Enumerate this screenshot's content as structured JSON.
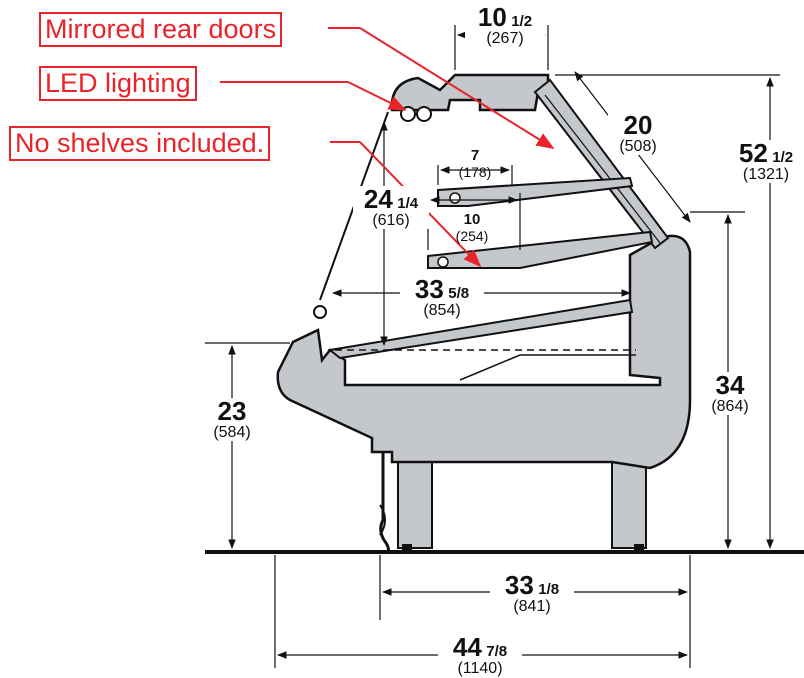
{
  "callouts": {
    "mirror": "Mirrored rear doors",
    "led": "LED lighting",
    "shelves": "No shelves included."
  },
  "dims": {
    "top_width": {
      "whole": "10",
      "frac": "1/2",
      "mm": "(267)"
    },
    "glass": {
      "whole": "20",
      "frac": "",
      "mm": "(508)"
    },
    "overall_height": {
      "whole": "52",
      "frac": "1/2",
      "mm": "(1321)"
    },
    "shelf_upper": {
      "whole": "7",
      "frac": "",
      "mm": "(178)"
    },
    "shelf_lower": {
      "whole": "10",
      "frac": "",
      "mm": "(254)"
    },
    "interior_height": {
      "whole": "24",
      "frac": "1/4",
      "mm": "(616)"
    },
    "interior_depth": {
      "whole": "33",
      "frac": "5/8",
      "mm": "(854)"
    },
    "front_height": {
      "whole": "23",
      "frac": "",
      "mm": "(584)"
    },
    "rear_height": {
      "whole": "34",
      "frac": "",
      "mm": "(864)"
    },
    "base_depth": {
      "whole": "33",
      "frac": "1/8",
      "mm": "(841)"
    },
    "overall_depth": {
      "whole": "44",
      "frac": "7/8",
      "mm": "(1140)"
    }
  },
  "colors": {
    "case_fill": "#c4c7cb",
    "outline": "#111111",
    "callout": "#e8242a"
  }
}
